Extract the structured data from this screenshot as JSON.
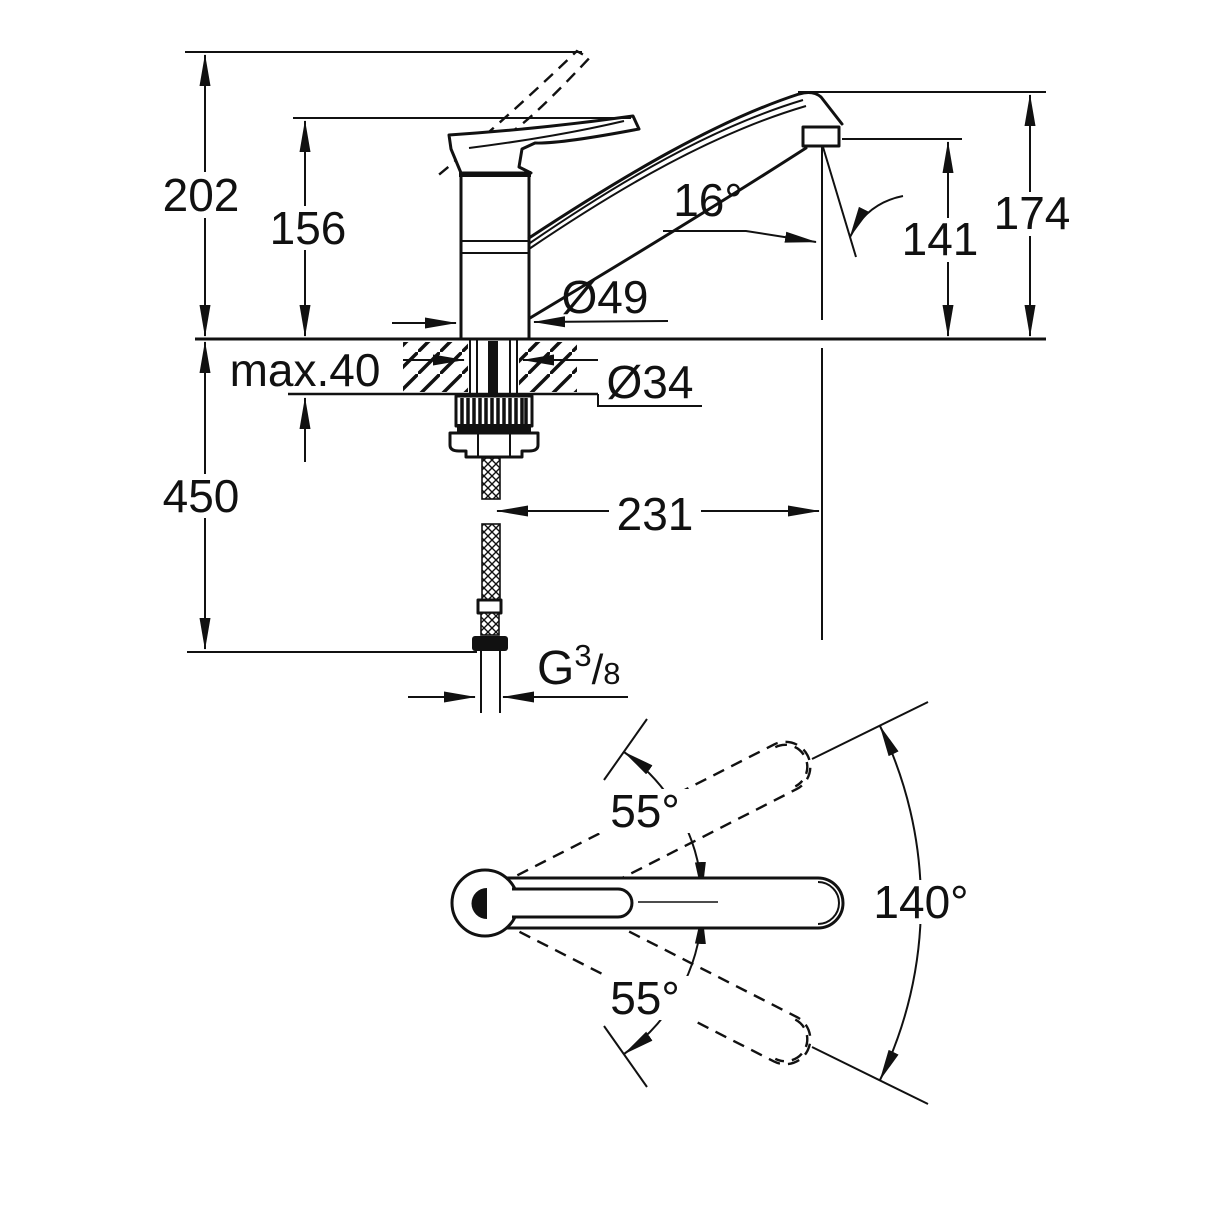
{
  "drawing": {
    "title_semantic": "kitchen-faucet-dimensional-drawing",
    "colors": {
      "line": "#111111",
      "background": "#ffffff"
    },
    "side_view": {
      "dim_open_height": "202",
      "dim_handle_height": "156",
      "dim_total_height": "174",
      "dim_spout_height": "141",
      "dim_spout_angle": "16°",
      "dim_base_diameter": "Ø49",
      "dim_hole_diameter": "Ø34",
      "dim_deck_thickness": "max.40",
      "dim_hose_length": "450",
      "dim_projection": "231",
      "thread": {
        "g": "G",
        "sup": "3",
        "slash": "/",
        "sub": "8"
      }
    },
    "top_view": {
      "dim_swivel_upper": "55°",
      "dim_swivel_lower": "55°",
      "dim_swivel_total": "140°"
    }
  }
}
